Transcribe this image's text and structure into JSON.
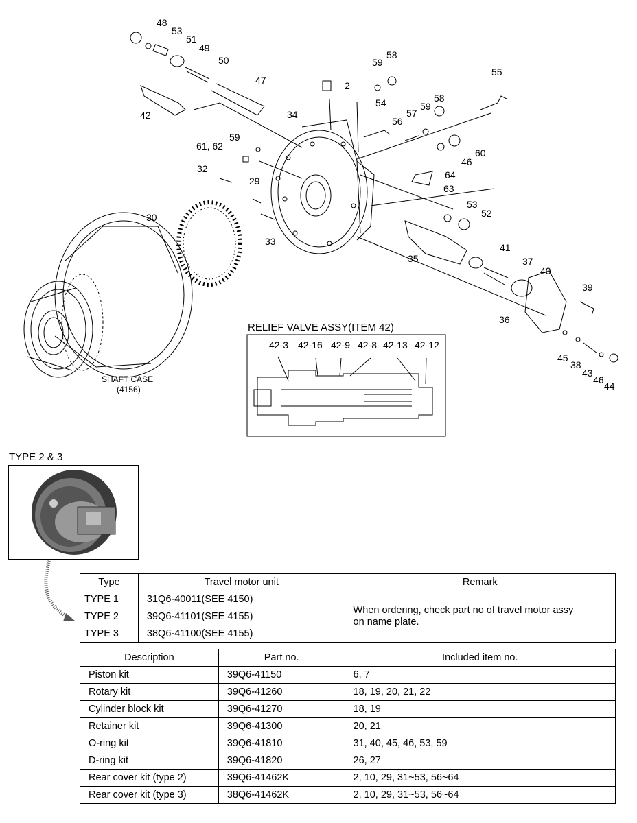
{
  "diagram": {
    "callouts": [
      "48",
      "53",
      "51",
      "49",
      "50",
      "47",
      "2",
      "59",
      "58",
      "55",
      "42",
      "34",
      "54",
      "57",
      "59",
      "58",
      "61, 62",
      "59",
      "56",
      "46",
      "60",
      "32",
      "29",
      "64",
      "63",
      "53",
      "52",
      "30",
      "33",
      "35",
      "41",
      "37",
      "40",
      "39",
      "36",
      "45",
      "38",
      "43",
      "46",
      "44"
    ],
    "shaft_case": {
      "line1": "SHAFT CASE",
      "line2": "(4156)"
    },
    "relief": {
      "title": "RELIEF VALVE ASSY(ITEM 42)",
      "labels": [
        "42-3",
        "42-16",
        "42-9",
        "42-8",
        "42-13",
        "42-12"
      ]
    }
  },
  "type_label": "TYPE 2 & 3",
  "type_table": {
    "headers": [
      "Type",
      "Travel motor unit",
      "Remark"
    ],
    "rows": [
      [
        "TYPE 1",
        "31Q6-40011(SEE 4150)"
      ],
      [
        "TYPE 2",
        "39Q6-41101(SEE 4155)"
      ],
      [
        "TYPE 3",
        "38Q6-41100(SEE 4155)"
      ]
    ],
    "remark_line1": "When ordering, check part no of travel motor assy",
    "remark_line2": "on name plate."
  },
  "kit_table": {
    "headers": [
      "Description",
      "Part no.",
      "Included item no."
    ],
    "rows": [
      [
        "Piston kit",
        "39Q6-41150",
        "6, 7"
      ],
      [
        "Rotary kit",
        "39Q6-41260",
        "18, 19, 20, 21, 22"
      ],
      [
        "Cylinder block kit",
        "39Q6-41270",
        "18, 19"
      ],
      [
        "Retainer kit",
        "39Q6-41300",
        "20, 21"
      ],
      [
        "O-ring kit",
        "39Q6-41810",
        "31, 40, 45, 46, 53, 59"
      ],
      [
        "D-ring kit",
        "39Q6-41820",
        "26, 27"
      ],
      [
        "Rear cover kit (type 2)",
        "39Q6-41462K",
        "2, 10, 29, 31~53, 56~64"
      ],
      [
        "Rear cover kit (type 3)",
        "38Q6-41462K",
        "2, 10, 29, 31~53, 56~64"
      ]
    ]
  }
}
